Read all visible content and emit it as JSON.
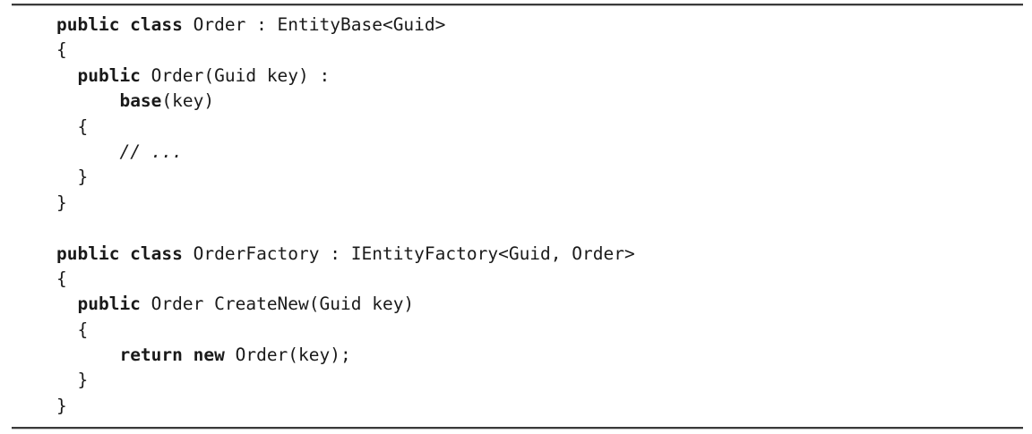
{
  "page": {
    "background_color": "#ffffff",
    "text_color": "#1a1a1a",
    "rule_color": "#3a3a3a"
  },
  "code": {
    "language": "csharp",
    "lines": [
      {
        "segments": [
          {
            "type": "keyword",
            "text": "public class"
          },
          {
            "type": "plain",
            "text": " Order : EntityBase<Guid>"
          }
        ]
      },
      {
        "segments": [
          {
            "type": "plain",
            "text": "{"
          }
        ]
      },
      {
        "segments": [
          {
            "type": "plain",
            "text": "  "
          },
          {
            "type": "keyword",
            "text": "public"
          },
          {
            "type": "plain",
            "text": " Order(Guid key) :"
          }
        ]
      },
      {
        "segments": [
          {
            "type": "plain",
            "text": "      "
          },
          {
            "type": "keyword",
            "text": "base"
          },
          {
            "type": "plain",
            "text": "(key)"
          }
        ]
      },
      {
        "segments": [
          {
            "type": "plain",
            "text": "  {"
          }
        ]
      },
      {
        "segments": [
          {
            "type": "plain",
            "text": "      "
          },
          {
            "type": "comment",
            "text": "// ..."
          }
        ]
      },
      {
        "segments": [
          {
            "type": "plain",
            "text": "  }"
          }
        ]
      },
      {
        "segments": [
          {
            "type": "plain",
            "text": "}"
          }
        ]
      },
      {
        "segments": []
      },
      {
        "segments": [
          {
            "type": "keyword",
            "text": "public class"
          },
          {
            "type": "plain",
            "text": " OrderFactory : IEntityFactory<Guid, Order>"
          }
        ]
      },
      {
        "segments": [
          {
            "type": "plain",
            "text": "{"
          }
        ]
      },
      {
        "segments": [
          {
            "type": "plain",
            "text": "  "
          },
          {
            "type": "keyword",
            "text": "public"
          },
          {
            "type": "plain",
            "text": " Order CreateNew(Guid key)"
          }
        ]
      },
      {
        "segments": [
          {
            "type": "plain",
            "text": "  {"
          }
        ]
      },
      {
        "segments": [
          {
            "type": "plain",
            "text": "      "
          },
          {
            "type": "keyword",
            "text": "return new"
          },
          {
            "type": "plain",
            "text": " Order(key);"
          }
        ]
      },
      {
        "segments": [
          {
            "type": "plain",
            "text": "  }"
          }
        ]
      },
      {
        "segments": [
          {
            "type": "plain",
            "text": "}"
          }
        ]
      }
    ]
  }
}
